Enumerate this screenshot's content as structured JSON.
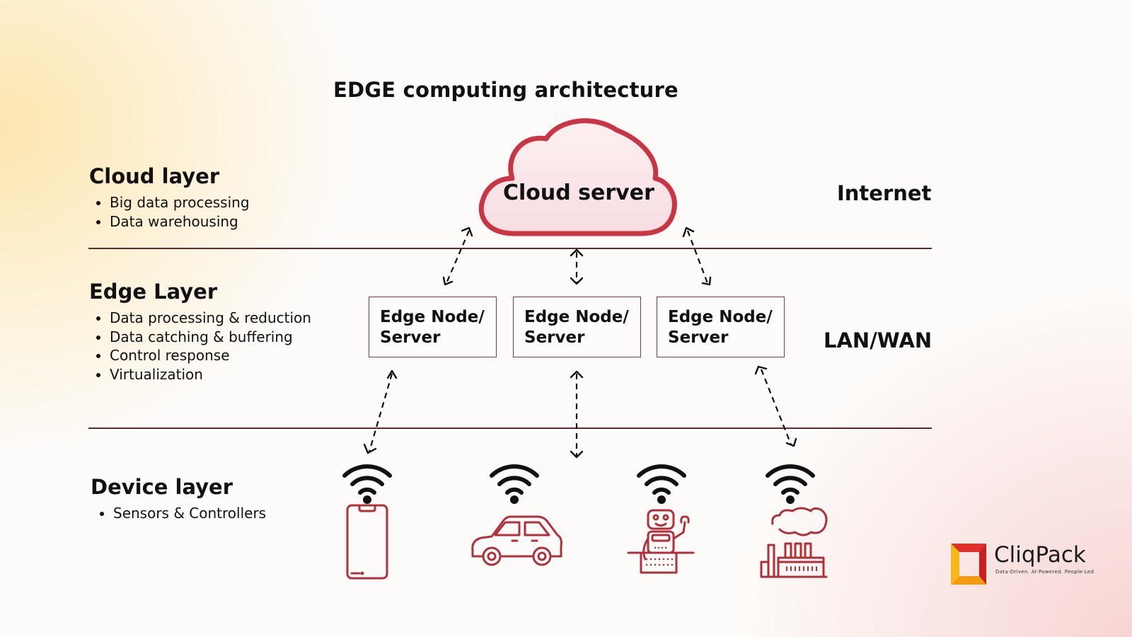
{
  "title": "EDGE computing architecture",
  "layers": [
    {
      "name": "Cloud layer",
      "bullets": [
        "Big data processing",
        "Data warehousing"
      ],
      "network": "Internet"
    },
    {
      "name": "Edge Layer",
      "bullets": [
        "Data processing & reduction",
        "Data catching & buffering",
        "Control response",
        "Virtualization"
      ],
      "network": "LAN/WAN"
    },
    {
      "name": "Device layer",
      "bullets": [
        "Sensors & Controllers"
      ]
    }
  ],
  "cloud": {
    "label": "Cloud server"
  },
  "edge_nodes": [
    {
      "line1": "Edge Node/",
      "line2": "Server"
    },
    {
      "line1": "Edge Node/",
      "line2": "Server"
    },
    {
      "line1": "Edge Node/",
      "line2": "Server"
    }
  ],
  "devices": [
    {
      "icon": "smartphone-icon"
    },
    {
      "icon": "car-icon"
    },
    {
      "icon": "robot-icon"
    },
    {
      "icon": "factory-icon"
    }
  ],
  "brand": {
    "name": "CliqPack",
    "tagline": "Data-Driven. AI-Powered. People-Led",
    "colors": {
      "red": "#d92b2b",
      "yellow": "#f5b90f",
      "orange": "#f08a12"
    }
  },
  "colors": {
    "accent": "#c8343f",
    "icon_stroke": "#b0303a",
    "cloud_fill": "#fbe3e6",
    "divider": "#5a2a33"
  }
}
